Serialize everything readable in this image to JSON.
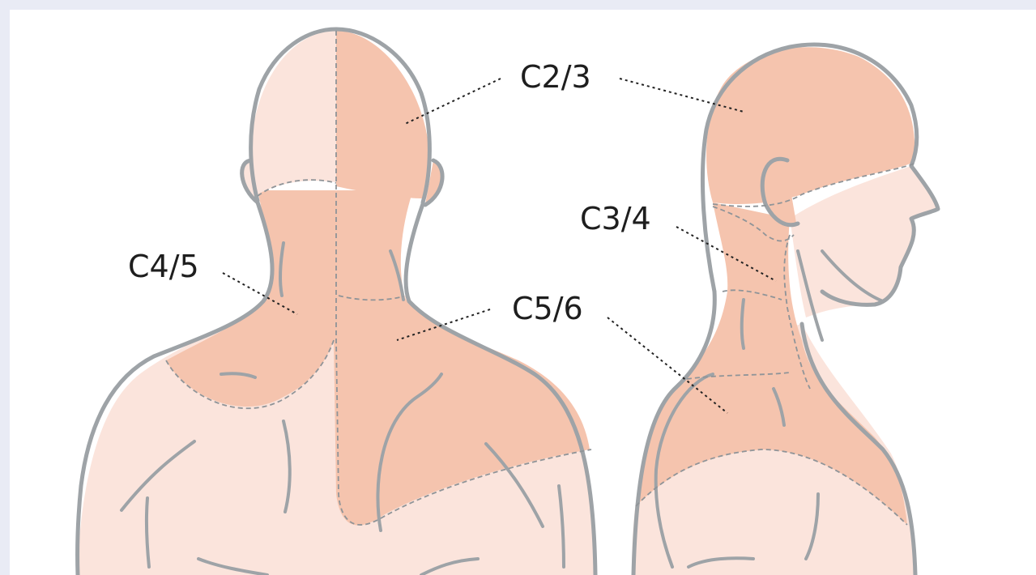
{
  "labels": {
    "c23": "C2/3",
    "c34": "C3/4",
    "c45": "C4/5",
    "c56": "C5/6"
  },
  "colors": {
    "background": "#e9ebf5",
    "skin_light": "#fbe4dc",
    "dermatome_shaded": "#f5c4ae",
    "outline": "#9ea3a7"
  }
}
